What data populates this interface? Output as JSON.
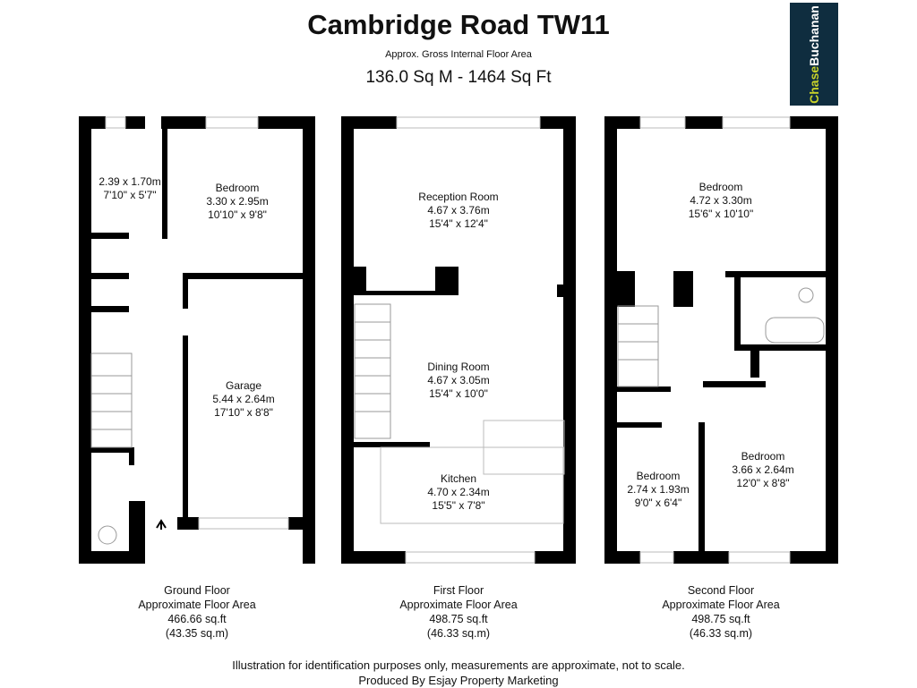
{
  "header": {
    "title": "Cambridge Road TW11",
    "subtitle": "Approx. Gross Internal Floor Area",
    "total_area": "136.0 Sq M - 1464 Sq Ft"
  },
  "logo": {
    "part1": "Chase",
    "part2": "Buchanan",
    "bg": "#0f2d3f",
    "accent": "#c8d22a"
  },
  "rooms": [
    {
      "name": "",
      "metric": "2.39 x 1.70m",
      "imperial": "7'10\" x 5'7\""
    },
    {
      "name": "Bedroom",
      "metric": "3.30 x 2.95m",
      "imperial": "10'10\" x 9'8\""
    },
    {
      "name": "Garage",
      "metric": "5.44 x 2.64m",
      "imperial": "17'10\" x 8'8\""
    },
    {
      "name": "Reception Room",
      "metric": "4.67 x 3.76m",
      "imperial": "15'4\" x 12'4\""
    },
    {
      "name": "Dining Room",
      "metric": "4.67 x 3.05m",
      "imperial": "15'4\" x 10'0\""
    },
    {
      "name": "Kitchen",
      "metric": "4.70 x 2.34m",
      "imperial": "15'5\" x 7'8\""
    },
    {
      "name": "Bedroom",
      "metric": "4.72 x 3.30m",
      "imperial": "15'6\" x 10'10\""
    },
    {
      "name": "Bedroom",
      "metric": "3.66 x 2.64m",
      "imperial": "12'0\" x 8'8\""
    },
    {
      "name": "Bedroom",
      "metric": "2.74 x 1.93m",
      "imperial": "9'0\" x 6'4\""
    }
  ],
  "floors": [
    {
      "name": "Ground Floor",
      "label": "Approximate Floor Area",
      "sqft": "466.66 sq.ft",
      "sqm": "(43.35 sq.m)"
    },
    {
      "name": "First Floor",
      "label": "Approximate Floor Area",
      "sqft": "498.75 sq.ft",
      "sqm": "(46.33 sq.m)"
    },
    {
      "name": "Second Floor",
      "label": "Approximate Floor Area",
      "sqft": "498.75 sq.ft",
      "sqm": "(46.33 sq.m)"
    }
  ],
  "footer": {
    "disclaimer": "Illustration for identification purposes only, measurements are approximate, not to scale.",
    "producer": "Produced By Esjay Property Marketing"
  }
}
